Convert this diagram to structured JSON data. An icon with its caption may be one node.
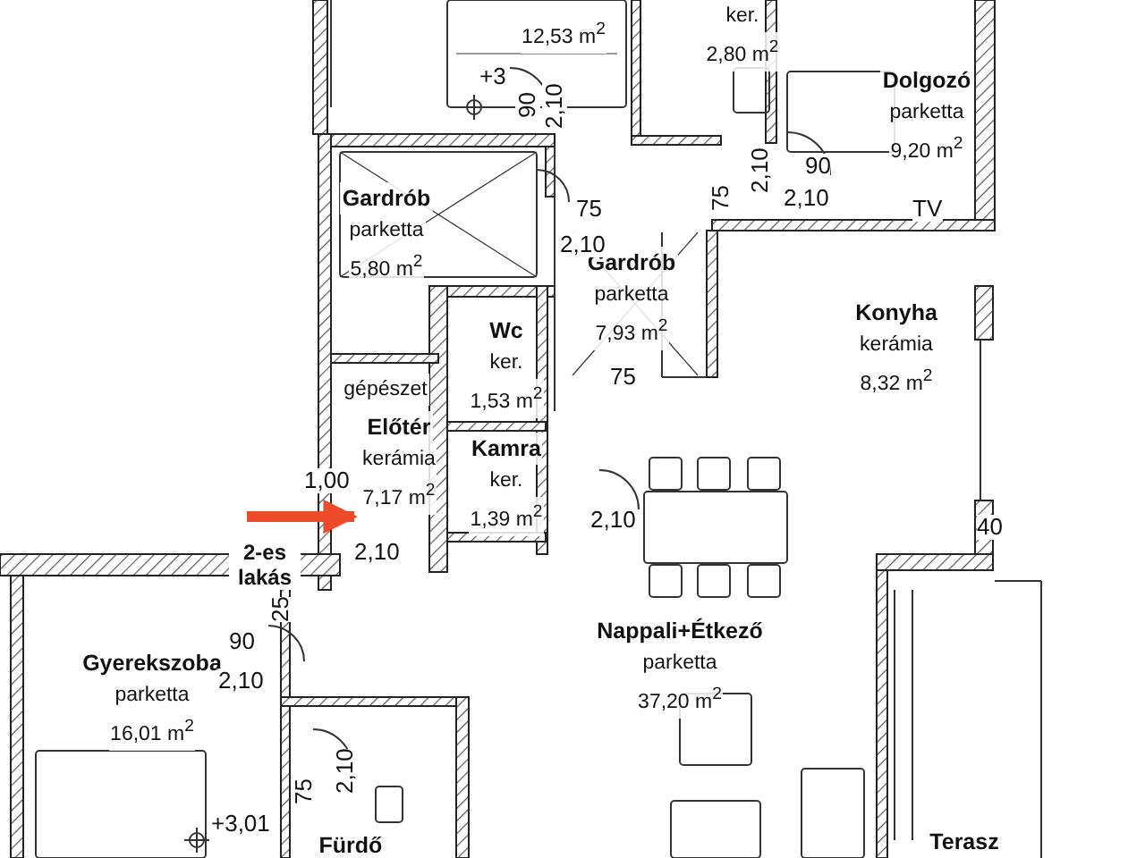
{
  "diagram": {
    "nodes": [
      {
        "text": [
          "12,53 m$^{2}$"
        ]
      },
      {
        "text": [
          "ker.",
          "2,80 m$^{2}$"
        ]
      },
      {
        "text": [
          "Dolgozó",
          "parketta",
          "9,20 m$^{2}$"
        ]
      },
      {
        "text": [
          "Gardrób",
          "parketta",
          "5,80 m$^{2}$"
        ]
      },
      {
        "text": [
          "Gardrób",
          "parketta",
          "7,93 m$^{2}$"
        ]
      },
      {
        "text": [
          "Wc",
          "ker.",
          "1,53 m$^{2}$"
        ]
      },
      {
        "text": [
          "Konyha",
          "kerámia",
          "8,32 m$^{2}$"
        ]
      },
      {
        "text": [
          "gépészet"
        ]
      },
      {
        "text": [
          "Előtér",
          "kerámia",
          "7,17 m$^{2}$"
        ]
      },
      {
        "text": [
          "Kamra",
          "ker.",
          "1,39 m$^{2}$"
        ]
      },
      {
        "text": [
          "Gyerekszoba",
          "parketta",
          "16,01 m$^{2}$"
        ]
      },
      {
        "text": [
          "Nappali+Étkező",
          "parketta",
          "37,20 m$^{2}$"
        ]
      },
      {
        "text": [
          "Fürdő"
        ]
      },
      {
        "text": [
          "Terasz"
        ]
      }
    ],
    "edges": [
      {
        "from": null,
        "to": 8,
        "arrow": "to",
        "color": "#ee4b2b"
      }
    ],
    "labels": [
      "+3",
      "90",
      "2,10",
      "75",
      "2,10",
      "90",
      "2,10",
      "TV",
      "75",
      "2,10",
      "75",
      "1,00",
      "2,10",
      "40",
      "2-es lakás",
      "2,10",
      "25",
      "90",
      "2,10",
      "75",
      "2,10",
      "+3,01"
    ]
  }
}
